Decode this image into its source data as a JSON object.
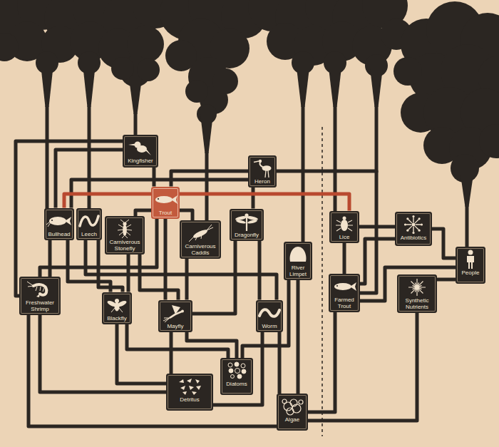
{
  "diagram": {
    "nodes": [
      {
        "text": [
          "Kingfisher"
        ]
      },
      {
        "text": [
          "Heron"
        ]
      },
      {
        "text": [
          "Trout"
        ]
      },
      {
        "text": [
          "Bullhead"
        ]
      },
      {
        "text": [
          "Leech"
        ]
      },
      {
        "text": [
          "Carniverous Stonefly"
        ]
      },
      {
        "text": [
          "Carniverous Caddis"
        ]
      },
      {
        "text": [
          "Dragonfly"
        ]
      },
      {
        "text": [
          "Lice"
        ]
      },
      {
        "text": [
          "Antibiotics"
        ]
      },
      {
        "text": [
          "River Limpet"
        ]
      },
      {
        "text": [
          "People"
        ]
      },
      {
        "text": [
          "Freshwater Shrimp"
        ]
      },
      {
        "text": [
          "Blackfly"
        ]
      },
      {
        "text": [
          "Mayfly"
        ]
      },
      {
        "text": [
          "Worm"
        ]
      },
      {
        "text": [
          "Farmed Trout"
        ]
      },
      {
        "text": [
          "Synthetic Nutrients"
        ]
      },
      {
        "text": [
          "Diatoms"
        ]
      },
      {
        "text": [
          "Detritus"
        ]
      },
      {
        "text": [
          "Algae"
        ]
      }
    ],
    "edges": [
      {
        "from": 0,
        "to": 2,
        "arrow": "none"
      },
      {
        "from": 0,
        "to": 3,
        "arrow": "none"
      },
      {
        "from": 0,
        "to": 12,
        "arrow": "none"
      },
      {
        "from": 1,
        "to": 2,
        "arrow": "none"
      },
      {
        "from": 1,
        "to": 3,
        "arrow": "none"
      },
      {
        "from": 1,
        "to": 16,
        "arrow": "none"
      },
      {
        "from": 1,
        "to": 7,
        "arrow": "none"
      },
      {
        "from": 2,
        "to": 3,
        "arrow": "none"
      },
      {
        "from": 2,
        "to": 8,
        "arrow": "none"
      },
      {
        "from": 2,
        "to": 5,
        "arrow": "none"
      },
      {
        "from": 2,
        "to": 6,
        "arrow": "none"
      },
      {
        "from": 2,
        "to": 14,
        "arrow": "none"
      },
      {
        "from": 2,
        "to": 12,
        "arrow": "none"
      },
      {
        "from": 3,
        "to": 13,
        "arrow": "none"
      },
      {
        "from": 3,
        "to": 12,
        "arrow": "none"
      },
      {
        "from": 4,
        "to": 15,
        "arrow": "none"
      },
      {
        "from": 4,
        "to": 13,
        "arrow": "none"
      },
      {
        "from": 5,
        "to": 13,
        "arrow": "none"
      },
      {
        "from": 5,
        "to": 14,
        "arrow": "none"
      },
      {
        "from": 6,
        "to": 14,
        "arrow": "none"
      },
      {
        "from": 7,
        "to": 14,
        "arrow": "none"
      },
      {
        "from": 7,
        "to": 15,
        "arrow": "none"
      },
      {
        "from": 8,
        "to": 16,
        "arrow": "none"
      },
      {
        "from": 9,
        "to": 8,
        "arrow": "none"
      },
      {
        "from": 9,
        "to": 16,
        "arrow": "none"
      },
      {
        "from": 11,
        "to": 9,
        "arrow": "none"
      },
      {
        "from": 11,
        "to": 16,
        "arrow": "none"
      },
      {
        "from": 11,
        "to": 17,
        "arrow": "none"
      },
      {
        "from": 17,
        "to": 20,
        "arrow": "none"
      },
      {
        "from": 10,
        "to": 20,
        "arrow": "none"
      },
      {
        "from": 10,
        "to": 18,
        "arrow": "none"
      },
      {
        "from": 12,
        "to": 19,
        "arrow": "none"
      },
      {
        "from": 13,
        "to": 19,
        "arrow": "none"
      },
      {
        "from": 13,
        "to": 18,
        "arrow": "none"
      },
      {
        "from": 14,
        "to": 18,
        "arrow": "none"
      },
      {
        "from": 14,
        "to": 19,
        "arrow": "none"
      },
      {
        "from": 15,
        "to": 19,
        "arrow": "none"
      },
      {
        "from": 15,
        "to": 20,
        "arrow": "none"
      },
      {
        "from": 16,
        "to": 20,
        "arrow": "none"
      },
      {
        "from": 12,
        "to": 20,
        "arrow": "none"
      }
    ]
  }
}
